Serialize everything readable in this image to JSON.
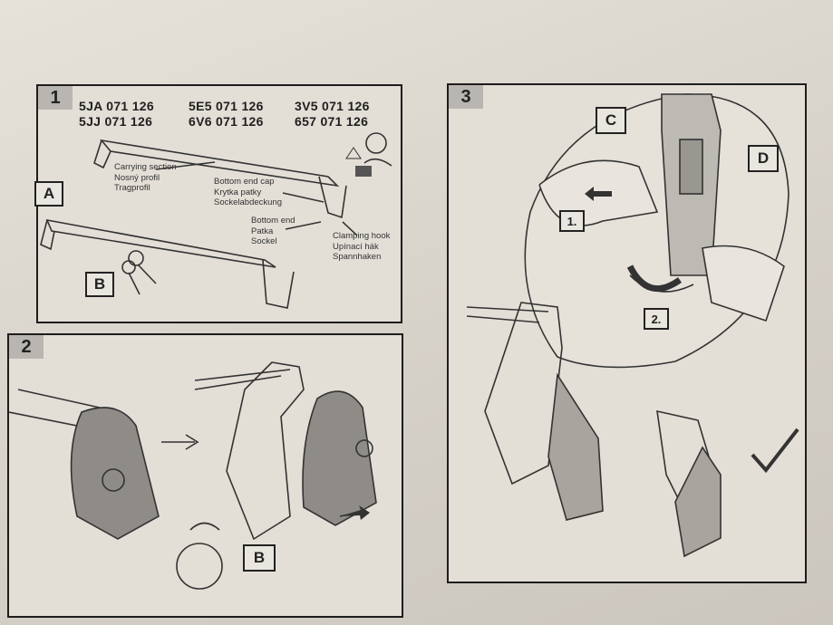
{
  "panel1": {
    "number": "1",
    "part_numbers": [
      [
        "5JA 071 126",
        "5E5 071 126",
        "3V5 071 126"
      ],
      [
        "5JJ 071 126",
        "6V6 071 126",
        "657 071 126"
      ]
    ],
    "label_a": "A",
    "label_b": "B",
    "carrying_section": "Carrying section\nNosný profil\nTragprofil",
    "bottom_end_cap": "Bottom end cap\nKrytka patky\nSockelabdeckung",
    "bottom_end": "Bottom end\nPatka\nSockel",
    "clamping_hook": "Clamping hook\nUpínací hák\nSpannhaken"
  },
  "panel2": {
    "number": "2",
    "label_b": "B"
  },
  "panel3": {
    "number": "3",
    "label_c": "C",
    "label_d": "D",
    "step1": "1.",
    "step2": "2."
  }
}
